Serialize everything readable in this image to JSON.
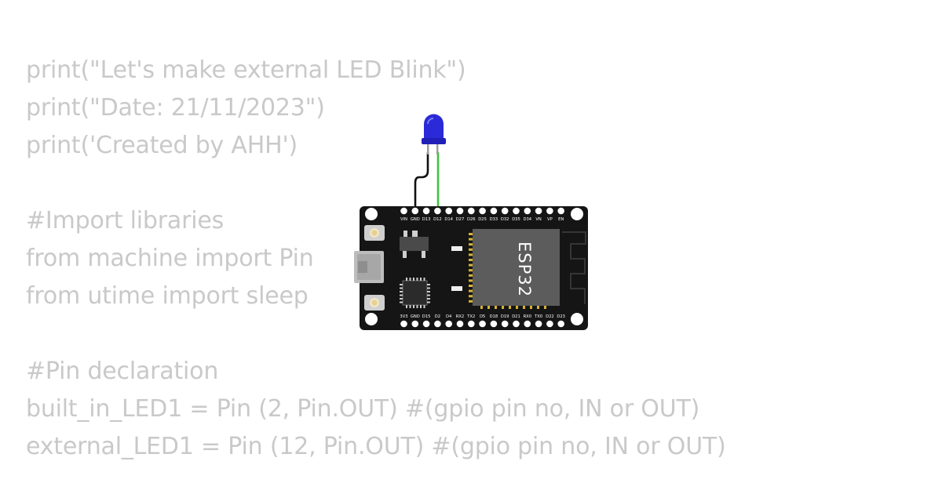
{
  "code": {
    "lines": [
      "print(\"Let's make external LED Blink\")",
      "print(\"Date: 21/11/2023\")",
      "print('Created by AHH')",
      "",
      "#Import libraries",
      "from machine import Pin",
      "from utime import sleep",
      "",
      "#Pin declaration",
      "built_in_LED1 = Pin (2, Pin.OUT) #(gpio pin no, IN or OUT)",
      "external_LED1 = Pin (12, Pin.OUT) #(gpio pin no, IN or OUT)"
    ]
  },
  "board": {
    "name": "ESP32",
    "top_pins": [
      "VIN",
      "GND",
      "D13",
      "D12",
      "D14",
      "D27",
      "D26",
      "D25",
      "D33",
      "D32",
      "D35",
      "D34",
      "VN",
      "VP",
      "EN"
    ],
    "bottom_pins": [
      "3V3",
      "GND",
      "D15",
      "D2",
      "D4",
      "RX2",
      "TX2",
      "D5",
      "D18",
      "D19",
      "D21",
      "RX0",
      "TX0",
      "D22",
      "D23"
    ]
  },
  "led": {
    "color": "#2a2ad8"
  },
  "wires": {
    "gnd_color": "#111111",
    "signal_color": "#3ec43e"
  }
}
